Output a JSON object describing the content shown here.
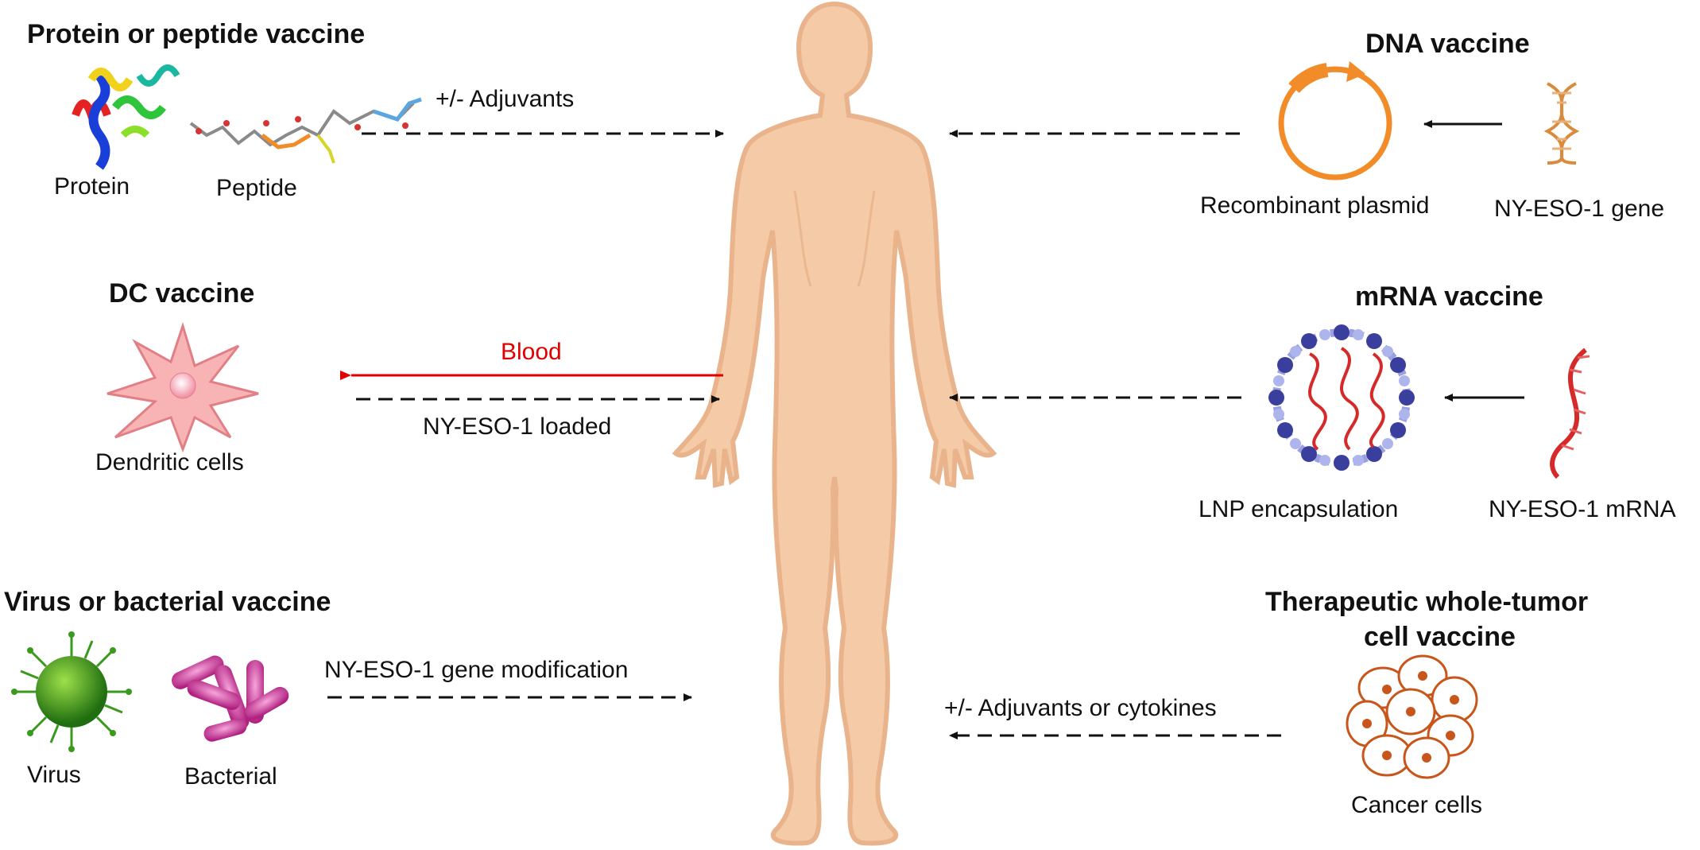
{
  "protein": {
    "title": "Protein or peptide vaccine",
    "protein_label": "Protein",
    "peptide_label": "Peptide",
    "arrow_label": "+/- Adjuvants"
  },
  "dc": {
    "title": "DC vaccine",
    "cell_label": "Dendritic cells",
    "blood_label": "Blood",
    "loaded_label": "NY-ESO-1 loaded"
  },
  "virus": {
    "title": "Virus or bacterial vaccine",
    "virus_label": "Virus",
    "bacterial_label": "Bacterial",
    "arrow_label": "NY-ESO-1 gene modification"
  },
  "dna": {
    "title": "DNA vaccine",
    "plasmid_label": "Recombinant plasmid",
    "gene_label": "NY-ESO-1 gene"
  },
  "mrna": {
    "title": "mRNA vaccine",
    "lnp_label": "LNP encapsulation",
    "mrna_label": "NY-ESO-1 mRNA"
  },
  "tumor": {
    "title_line1": "Therapeutic whole-tumor",
    "title_line2": "cell vaccine",
    "cells_label": "Cancer cells",
    "arrow_label": "+/- Adjuvants or cytokines"
  },
  "colors": {
    "skin": "#f5cba7",
    "skin_shadow": "#e9b38c",
    "blood_arrow": "#e00000",
    "plasmid": "#f28c28",
    "mrna": "#d62a2a",
    "lnp": "#3a3f9e",
    "tumor": "#c8561a",
    "virus": "#3a9a1e",
    "bacteria": "#c2288f"
  }
}
